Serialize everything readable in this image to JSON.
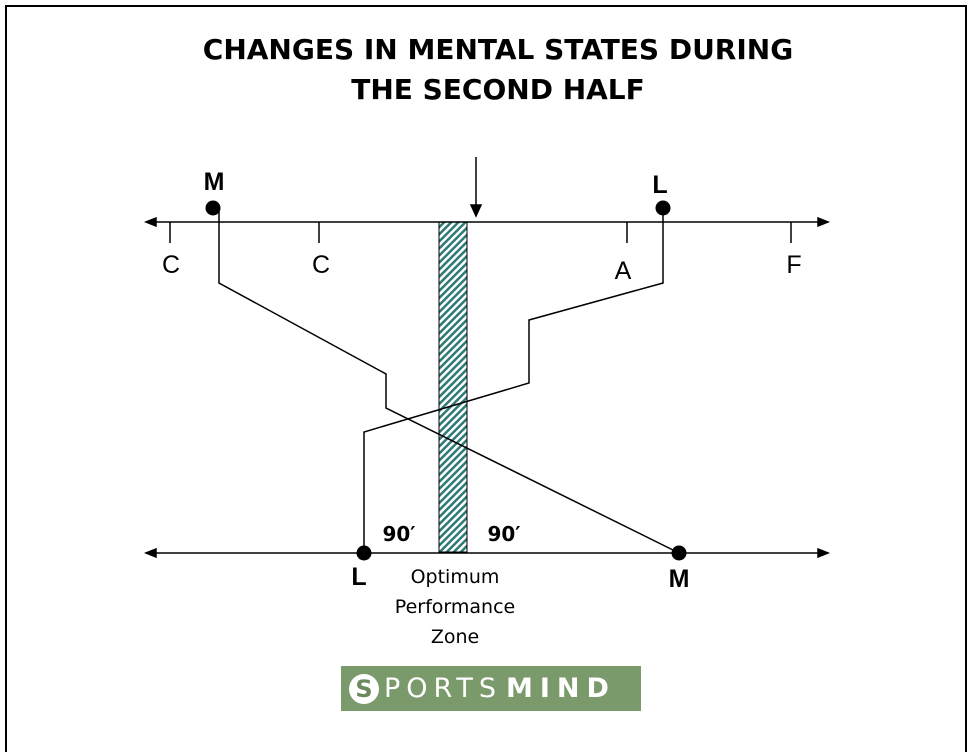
{
  "title": {
    "line1": "CHANGES IN MENTAL STATES DURING",
    "line2": "THE SECOND HALF"
  },
  "diagram": {
    "top_axis": {
      "markers": [
        "M",
        "L"
      ],
      "ticks": [
        "C",
        "C",
        "A",
        "F"
      ]
    },
    "bottom_axis": {
      "markers": [
        "L",
        "M"
      ],
      "time_labels": [
        "90′",
        "90′"
      ]
    },
    "zone_label": {
      "line1": "Optimum",
      "line2": "Performance",
      "line3": "Zone"
    },
    "colors": {
      "zone_hatch": "#2e7a74",
      "line": "#000000",
      "logo_background": "#7b9a6c"
    }
  },
  "logo": {
    "initial": "S",
    "light": "PORTS",
    "bold": "MIND"
  }
}
